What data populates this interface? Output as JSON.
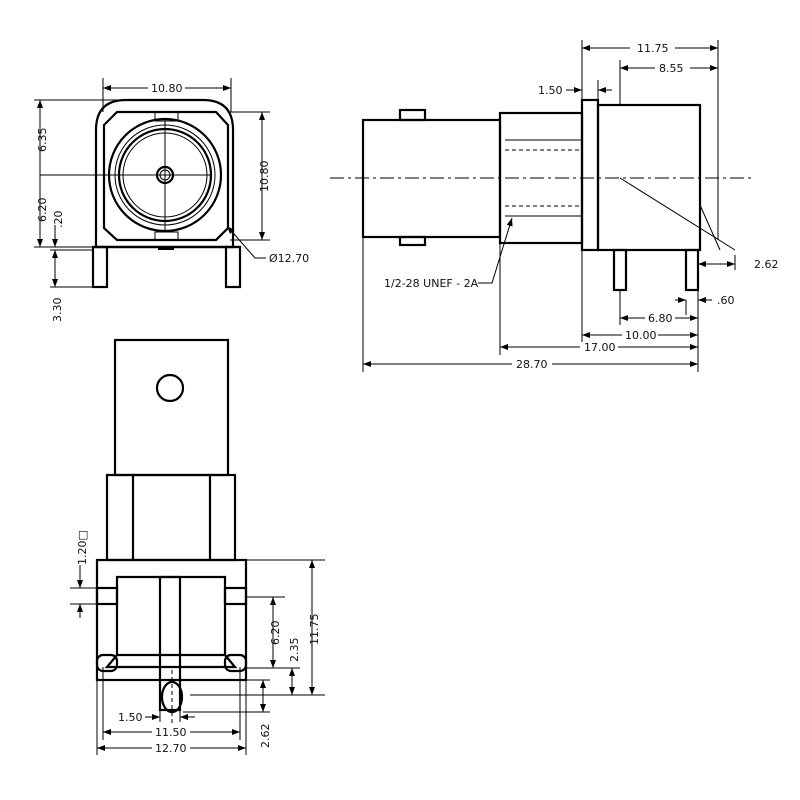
{
  "front_view": {
    "width_top": "10.80",
    "height_upper": "6.35",
    "height_lower": "6.20",
    "base_gap": ".20",
    "pin_length": "3.30",
    "square_height": "10.80",
    "flange_diameter": "Ø12.70"
  },
  "side_view": {
    "overall_depth": "11.75",
    "body_depth": "8.55",
    "flange_thickness": "1.50",
    "pin_offset": "2.62",
    "pin_tip": ".60",
    "pin_spacing": "6.80",
    "flange_to_pin": "10.00",
    "thread_to_pin": "17.00",
    "overall_length": "28.70",
    "thread_spec": "1/2-28 UNEF - 2A"
  },
  "bottom_view": {
    "pin_square": "1.20□",
    "pin_row_spacing": "6.20",
    "center_offset": "2.35",
    "body_depth": "11.75",
    "center_pin_width": "1.50",
    "pin_span": "11.50",
    "body_width": "12.70",
    "center_pin_offset": "2.62"
  }
}
